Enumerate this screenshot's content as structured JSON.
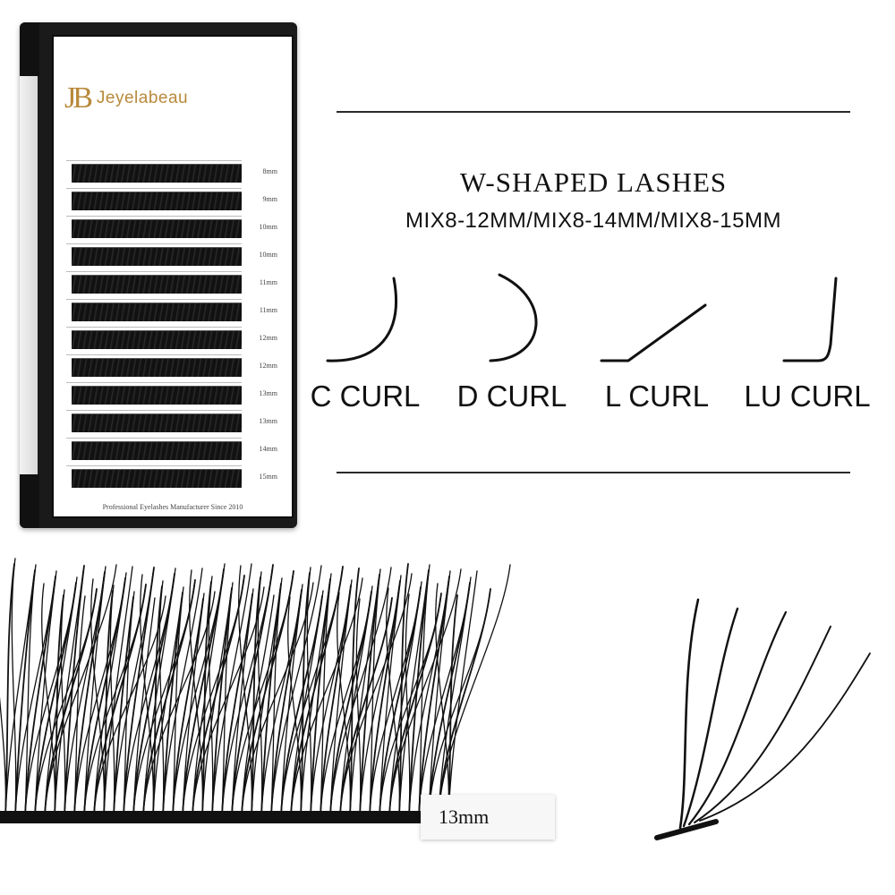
{
  "tray": {
    "brand_mark": "JB",
    "brand_name": "Jeyelabeau",
    "strip_labels": [
      "8mm",
      "9mm",
      "10mm",
      "10mm",
      "11mm",
      "11mm",
      "12mm",
      "12mm",
      "13mm",
      "13mm",
      "14mm",
      "15mm"
    ],
    "caption": "Professional Eyelashes Manufacturer Since 2010"
  },
  "info": {
    "title": "W-SHAPED LASHES",
    "subtitle": "MIX8-12MM/MIX8-14MM/MIX8-15MM",
    "curls": [
      {
        "label": "C CURL",
        "icon": "c-curl-icon"
      },
      {
        "label": "D CURL",
        "icon": "d-curl-icon"
      },
      {
        "label": "L CURL",
        "icon": "l-curl-icon"
      },
      {
        "label": "LU CURL",
        "icon": "lu-curl-icon"
      }
    ]
  },
  "photo": {
    "size_label": "13mm"
  },
  "colors": {
    "brand_gold": "#b8893a",
    "lash_black": "#111111",
    "tray_black": "#1a1a1a"
  }
}
